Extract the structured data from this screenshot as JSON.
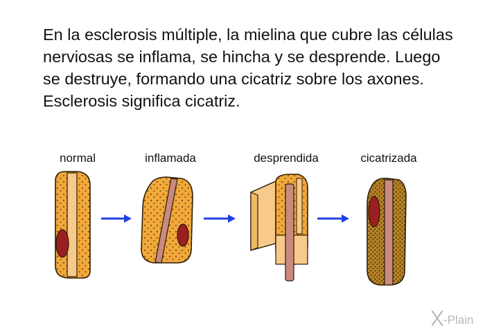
{
  "description_text": "En la esclerosis múltiple, la mielina que cubre las células nerviosas se inflama, se hincha y se desprende. Luego se destruye, formando una cicatriz sobre los axones. Esclerosis significa cicatriz.",
  "stages": {
    "normal": "normal",
    "inflamada": "inflamada",
    "desprendida": "desprendida",
    "cicatrizada": "cicatrizada"
  },
  "logo": {
    "text": "X-Plain"
  },
  "colors": {
    "myelin": "#f2a93b",
    "myelin_outline": "#2a1a05",
    "axon": "#c98a80",
    "nucleus": "#9a1f22",
    "arrow": "#1f40e6",
    "light_sheath": "#f7c98a",
    "scar": "#b8862a"
  }
}
